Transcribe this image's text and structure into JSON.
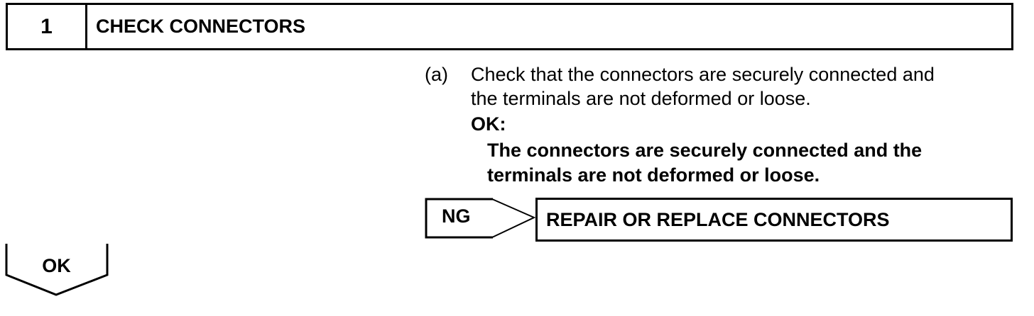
{
  "step": {
    "number": "1",
    "title": "CHECK CONNECTORS"
  },
  "instruction": {
    "marker": "(a)",
    "lines": [
      "Check that the connectors are securely connected and",
      "the terminals are not deformed or loose."
    ]
  },
  "ok_condition": {
    "label": "OK:",
    "lines": [
      "The connectors are securely connected and the",
      "terminals are not deformed or loose."
    ]
  },
  "ng_branch": {
    "label": "NG",
    "action": "REPAIR OR REPLACE CONNECTORS"
  },
  "ok_branch": {
    "label": "OK"
  }
}
